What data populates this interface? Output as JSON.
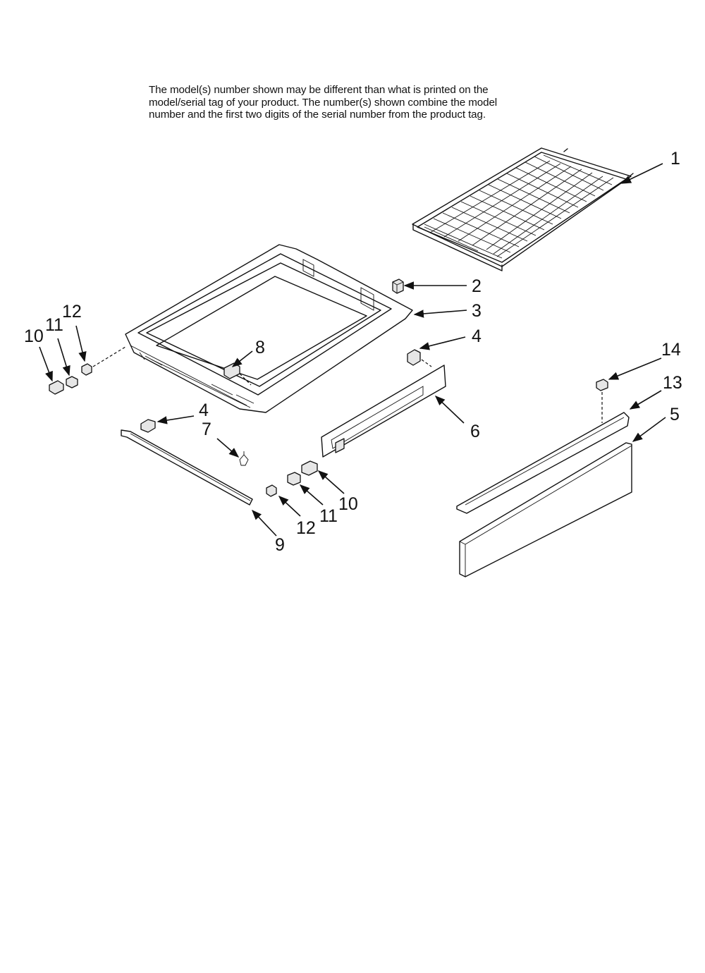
{
  "note": {
    "line1": "The model(s) number shown may be different than what is printed on the",
    "line2": "model/serial tag of your product. The number(s) shown combine the model",
    "line3": "number and the first two digits of the serial number from the product tag."
  },
  "callouts": {
    "c1": "1",
    "c2": "2",
    "c3": "3",
    "c4a": "4",
    "c4b": "4",
    "c5": "5",
    "c6": "6",
    "c7": "7",
    "c8": "8",
    "c9": "9",
    "c10a": "10",
    "c10b": "10",
    "c11a": "11",
    "c11b": "11",
    "c12a": "12",
    "c12b": "12",
    "c13": "13",
    "c14": "14"
  }
}
